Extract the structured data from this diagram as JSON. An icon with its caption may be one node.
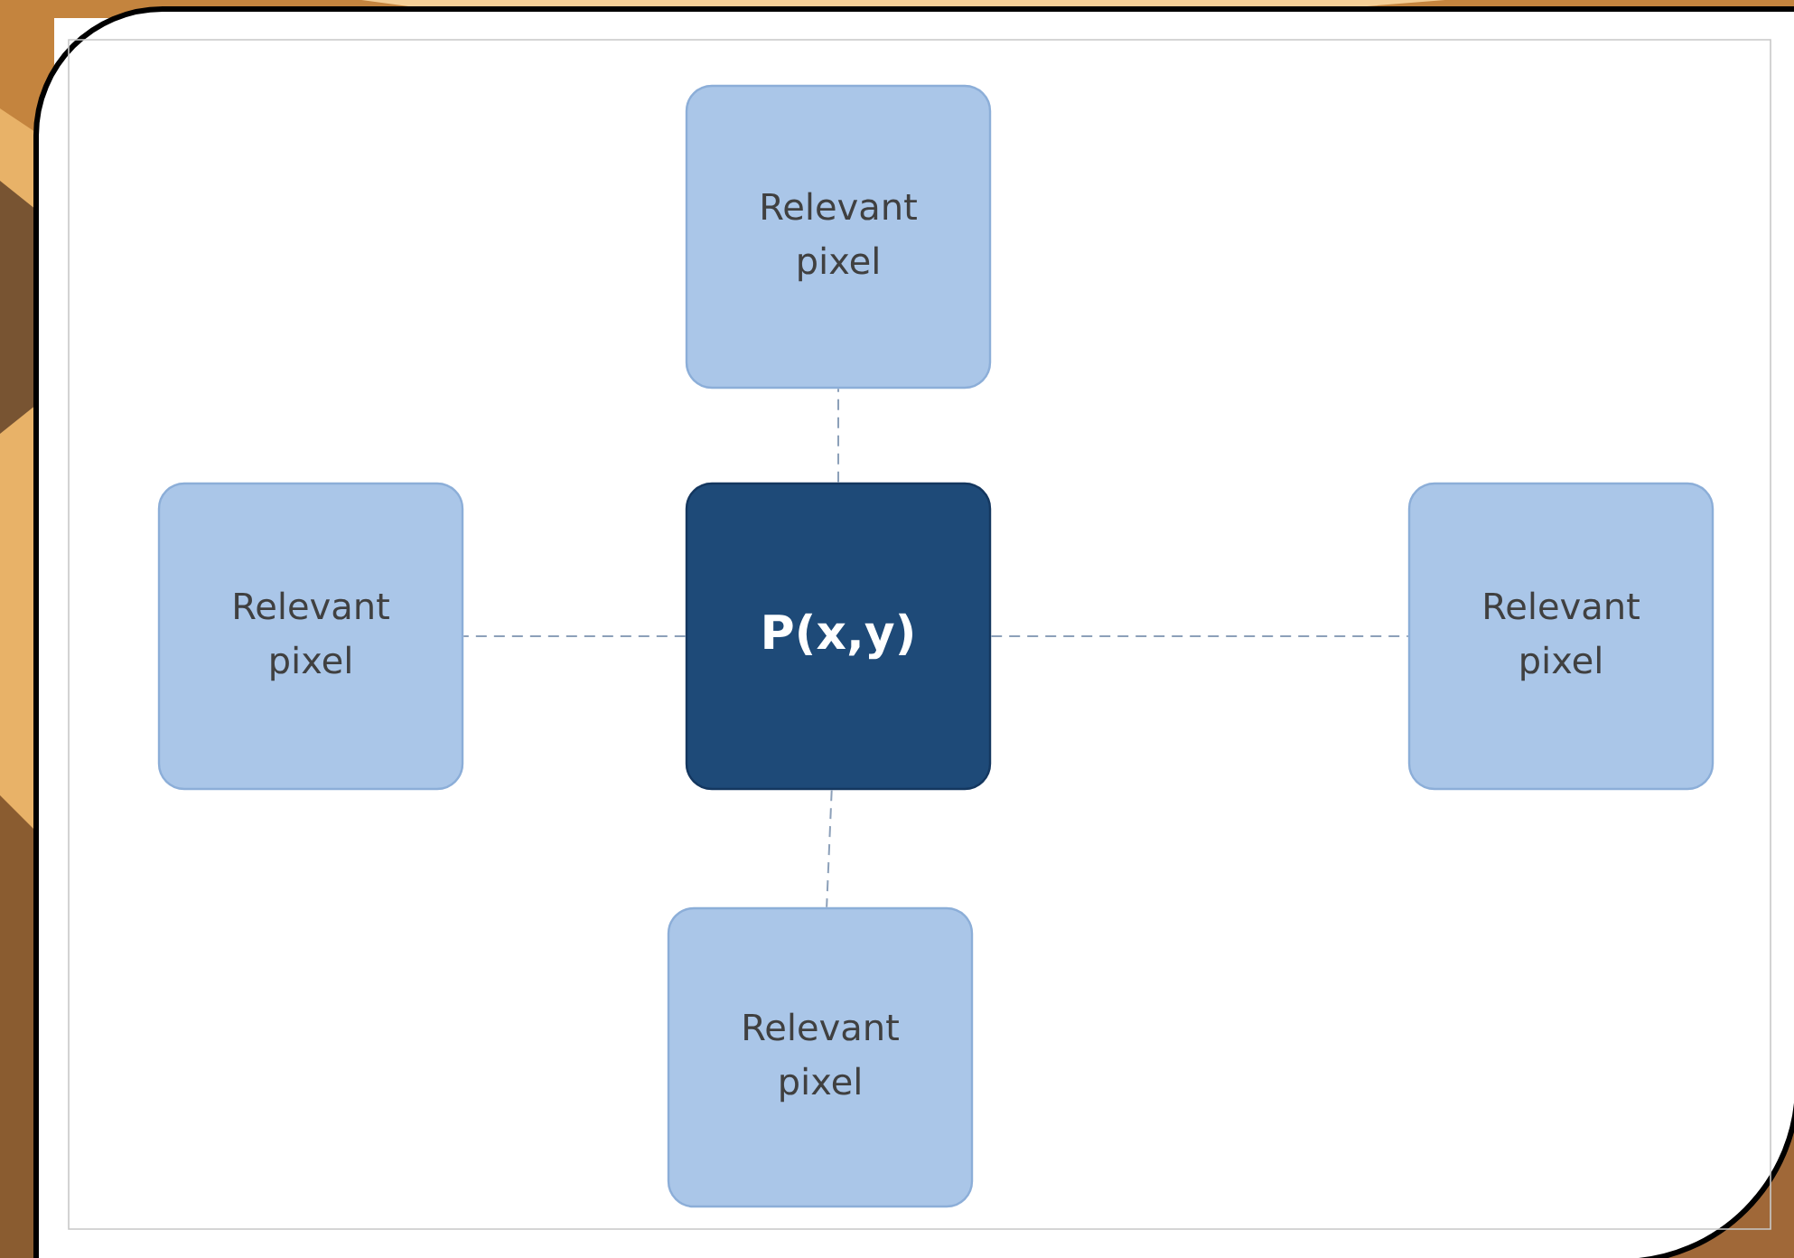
{
  "diagram": {
    "nodes": [
      {
        "text": [
          "Relevant pixel"
        ]
      },
      {
        "text": [
          "Relevant pixel"
        ]
      },
      {
        "text": [
          "P(x,y)"
        ]
      },
      {
        "text": [
          "Relevant pixel"
        ]
      },
      {
        "text": [
          "Relevant pixel"
        ]
      }
    ],
    "edges": [
      {
        "from": 2,
        "to": 0,
        "arrow": "none",
        "style": "dashed"
      },
      {
        "from": 2,
        "to": 1,
        "arrow": "none",
        "style": "dashed"
      },
      {
        "from": 2,
        "to": 3,
        "arrow": "none",
        "style": "dashed"
      },
      {
        "from": 2,
        "to": 4,
        "arrow": "none",
        "style": "dashed"
      }
    ]
  }
}
